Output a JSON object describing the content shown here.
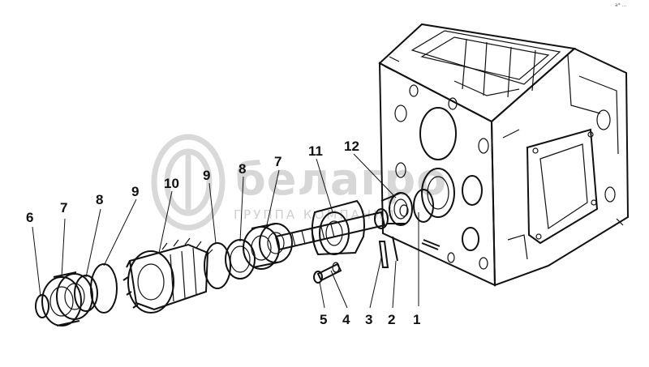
{
  "watermark": {
    "brand": "белагро",
    "tagline": "ГРУППА КОМПАНИЙ"
  },
  "corner_mark": "a* ...",
  "callouts": [
    {
      "id": "c1",
      "text": "1"
    },
    {
      "id": "c2",
      "text": "2"
    },
    {
      "id": "c3",
      "text": "3"
    },
    {
      "id": "c4",
      "text": "4"
    },
    {
      "id": "c5",
      "text": "5"
    },
    {
      "id": "c6",
      "text": "6"
    },
    {
      "id": "c7a",
      "text": "7"
    },
    {
      "id": "c7b",
      "text": "7"
    },
    {
      "id": "c8a",
      "text": "8"
    },
    {
      "id": "c8b",
      "text": "8"
    },
    {
      "id": "c9a",
      "text": "9"
    },
    {
      "id": "c9b",
      "text": "9"
    },
    {
      "id": "c10",
      "text": "10"
    },
    {
      "id": "c11",
      "text": "11"
    },
    {
      "id": "c12",
      "text": "12"
    }
  ]
}
